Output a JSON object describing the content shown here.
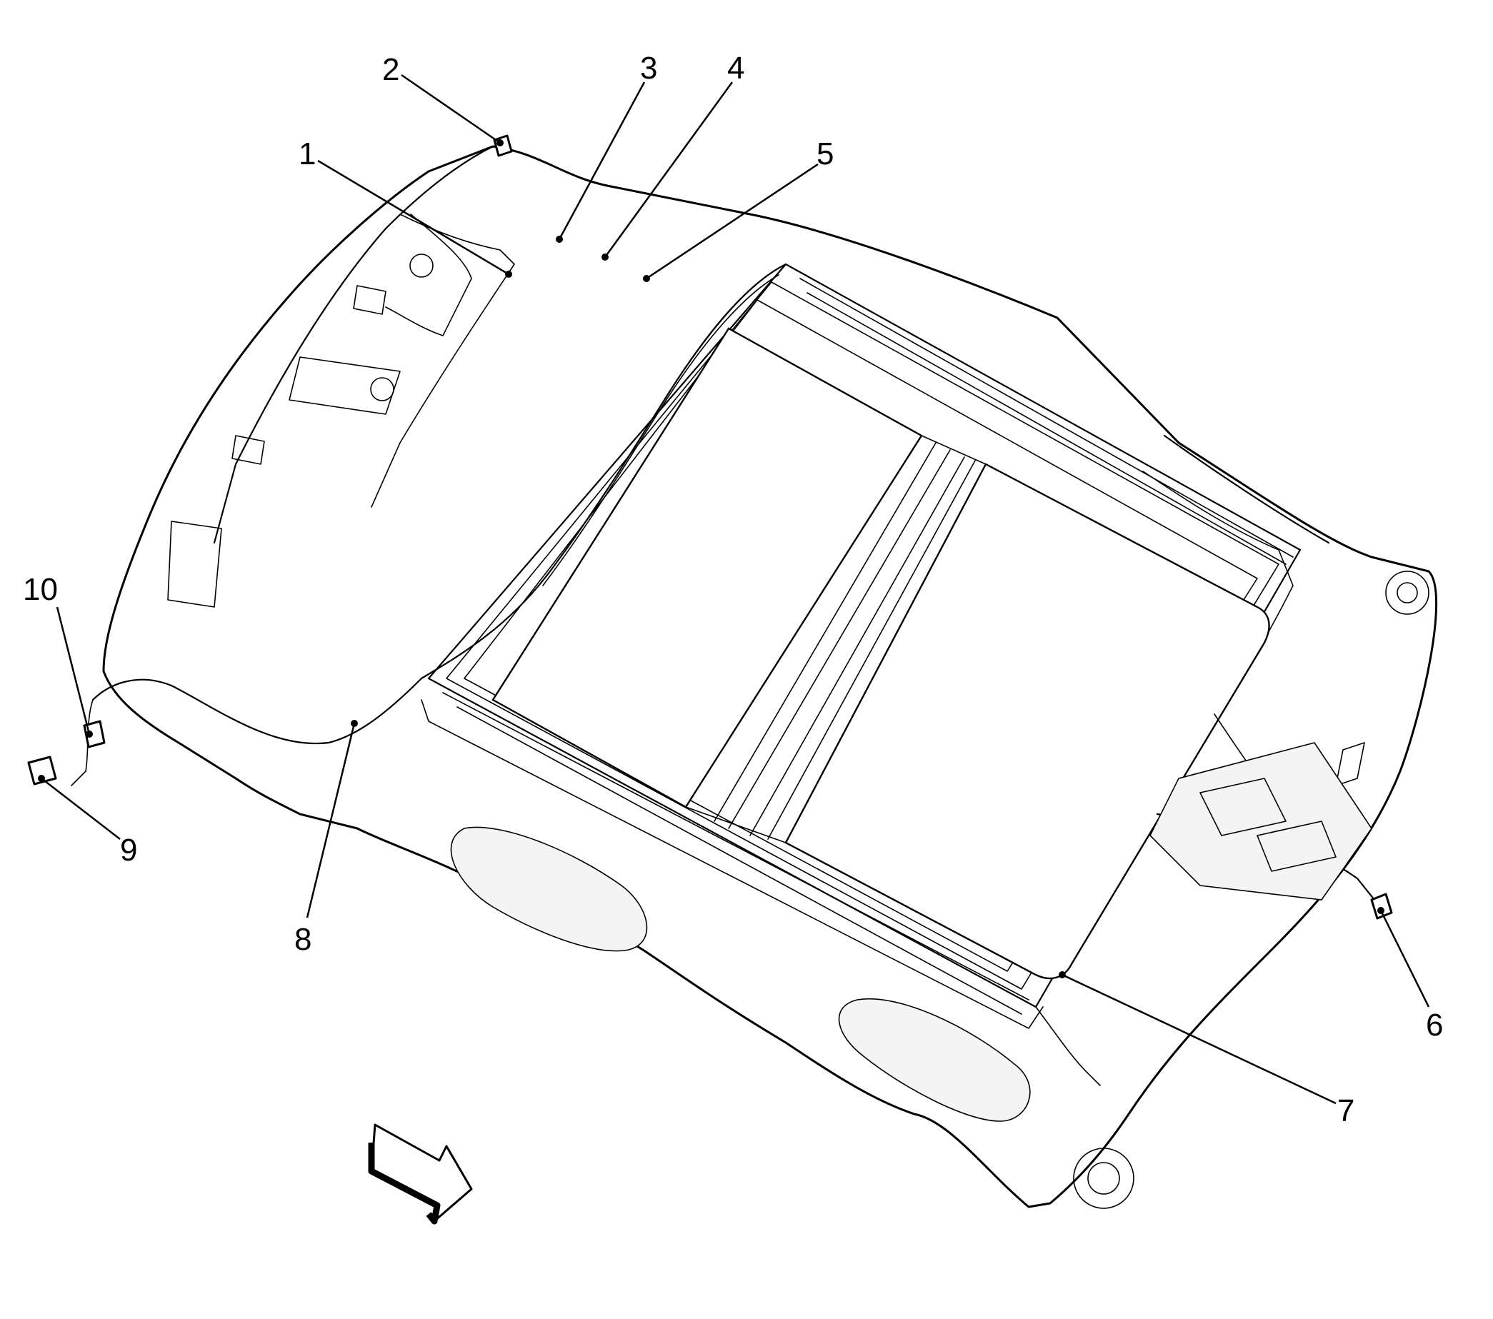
{
  "figure": {
    "callouts": [
      {
        "id": "c1",
        "label": "1"
      },
      {
        "id": "c2",
        "label": "2"
      },
      {
        "id": "c3",
        "label": "3"
      },
      {
        "id": "c4",
        "label": "4"
      },
      {
        "id": "c5",
        "label": "5"
      },
      {
        "id": "c6",
        "label": "6"
      },
      {
        "id": "c7",
        "label": "7"
      },
      {
        "id": "c8",
        "label": "8"
      },
      {
        "id": "c9",
        "label": "9"
      },
      {
        "id": "c10",
        "label": "10"
      }
    ],
    "direction_arrow": "arrow-right-down-icon"
  }
}
